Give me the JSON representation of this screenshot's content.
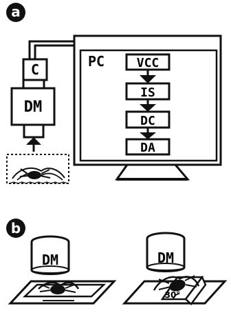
{
  "panel_a": {
    "label": "a",
    "camera_label": "C",
    "microscope_label": "DM",
    "pc_label": "PC",
    "steps": [
      "VCC",
      "IS",
      "DC",
      "DA"
    ]
  },
  "panel_b": {
    "label": "b",
    "left_microscope_label": "DM",
    "right_microscope_label": "DM",
    "angle_label": "30°"
  }
}
